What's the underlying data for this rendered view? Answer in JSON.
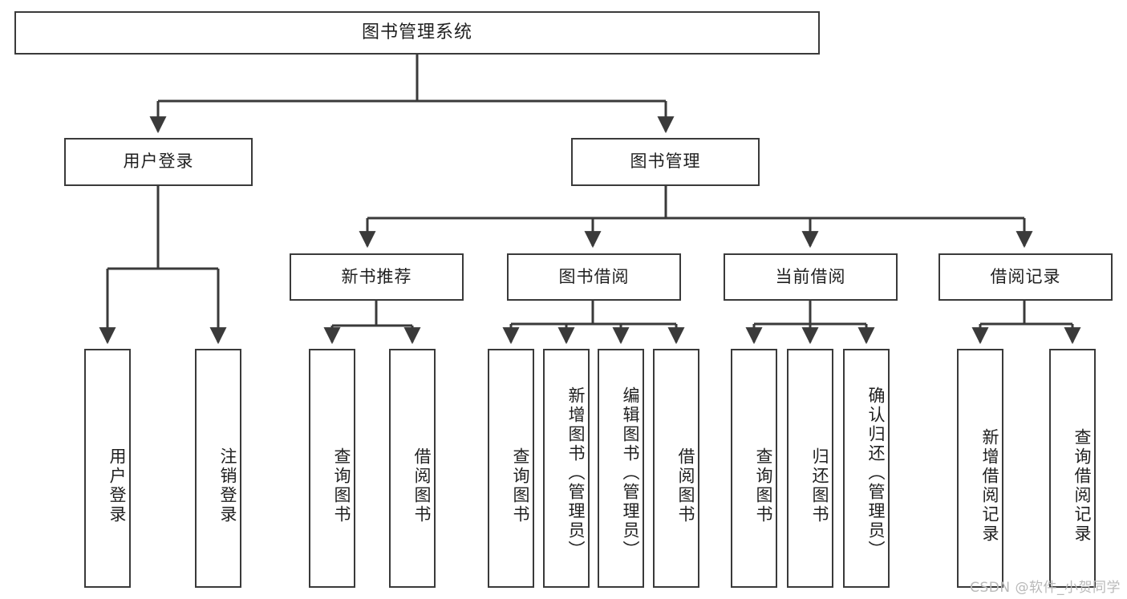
{
  "diagram": {
    "title": "图书管理系统",
    "type": "tree",
    "root": {
      "id": "root",
      "label": "图书管理系统"
    },
    "level2": [
      {
        "id": "user-login",
        "label": "用户登录"
      },
      {
        "id": "book-management",
        "label": "图书管理"
      }
    ],
    "level3": [
      {
        "id": "new-book-recommend",
        "label": "新书推荐"
      },
      {
        "id": "book-borrow",
        "label": "图书借阅"
      },
      {
        "id": "current-borrow",
        "label": "当前借阅"
      },
      {
        "id": "borrow-record",
        "label": "借阅记录"
      }
    ],
    "leaves": [
      {
        "id": "leaf-user-login",
        "label": "用户登录",
        "parent": "user-login"
      },
      {
        "id": "leaf-logout",
        "label": "注销登录",
        "parent": "user-login"
      },
      {
        "id": "leaf-query-book-1",
        "label": "查询图书",
        "parent": "new-book-recommend"
      },
      {
        "id": "leaf-borrow-book-1",
        "label": "借阅图书",
        "parent": "new-book-recommend"
      },
      {
        "id": "leaf-query-book-2",
        "label": "查询图书",
        "parent": "book-borrow"
      },
      {
        "id": "leaf-add-book",
        "label": "新增图书（管理员）",
        "parent": "book-borrow"
      },
      {
        "id": "leaf-edit-book",
        "label": "编辑图书（管理员）",
        "parent": "book-borrow"
      },
      {
        "id": "leaf-borrow-book-2",
        "label": "借阅图书",
        "parent": "book-borrow"
      },
      {
        "id": "leaf-query-book-3",
        "label": "查询图书",
        "parent": "current-borrow"
      },
      {
        "id": "leaf-return-book",
        "label": "归还图书",
        "parent": "current-borrow"
      },
      {
        "id": "leaf-confirm-return",
        "label": "确认归还（管理员）",
        "parent": "current-borrow"
      },
      {
        "id": "leaf-add-record",
        "label": "新增借阅记录",
        "parent": "borrow-record"
      },
      {
        "id": "leaf-query-record",
        "label": "查询借阅记录",
        "parent": "borrow-record"
      }
    ],
    "colors": {
      "stroke": "#3a3a3a",
      "text": "#1f1f1f",
      "background": "#ffffff",
      "watermark": "#b9b9b9"
    }
  },
  "watermark": {
    "text": "CSDN @软件_小贺同学"
  }
}
